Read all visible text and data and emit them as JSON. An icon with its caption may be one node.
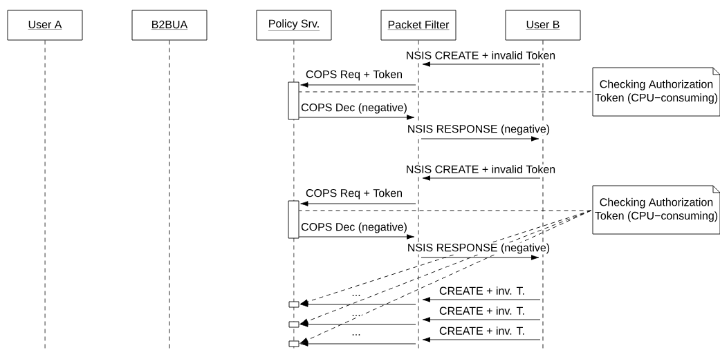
{
  "diagram": {
    "nodes": [
      {
        "text": [
          "User A"
        ]
      },
      {
        "text": [
          "B2BUA"
        ]
      },
      {
        "text": [
          "Policy Srv."
        ]
      },
      {
        "text": [
          "Packet Filter"
        ]
      },
      {
        "text": [
          "User B"
        ]
      },
      {
        "text": [],
        "shape": "line"
      },
      {
        "text": [],
        "shape": "line"
      },
      {
        "text": [],
        "shape": "line"
      },
      {
        "text": [],
        "shape": "line"
      },
      {
        "text": [],
        "shape": "line"
      },
      {
        "text": [],
        "shape": "box"
      },
      {
        "text": [
          "Checking Authorization Token (CPU−consuming)"
        ]
      },
      {
        "text": [],
        "shape": "box"
      },
      {
        "text": [
          "Checking Authorization Token (CPU−consuming)"
        ]
      },
      {
        "text": [],
        "shape": "box"
      },
      {
        "text": [],
        "shape": "box"
      },
      {
        "text": [],
        "shape": "box"
      }
    ],
    "edges": [
      {
        "from": 9,
        "to": 8,
        "arrow": "to",
        "label": "NSIS CREATE + invalid Token"
      },
      {
        "from": 8,
        "to": 10,
        "arrow": "to",
        "label": "COPS Req + Token"
      },
      {
        "from": 11,
        "to": 10,
        "arrow": "none",
        "style": "dashed"
      },
      {
        "from": 10,
        "to": 8,
        "arrow": "to",
        "label": "COPS Dec (negative)"
      },
      {
        "from": 8,
        "to": 9,
        "arrow": "to",
        "label": "NSIS RESPONSE (negative)"
      },
      {
        "from": 9,
        "to": 8,
        "arrow": "to",
        "label": "NSIS CREATE + invalid Token"
      },
      {
        "from": 8,
        "to": 12,
        "arrow": "to",
        "label": "COPS Req + Token"
      },
      {
        "from": 13,
        "to": 12,
        "arrow": "none",
        "style": "dashed"
      },
      {
        "from": 12,
        "to": 8,
        "arrow": "to",
        "label": "COPS Dec (negative)"
      },
      {
        "from": 8,
        "to": 9,
        "arrow": "to",
        "label": "NSIS RESPONSE (negative)"
      },
      {
        "from": 13,
        "to": 14,
        "arrow": "to",
        "style": "dashed"
      },
      {
        "from": 13,
        "to": 15,
        "arrow": "to",
        "style": "dashed"
      },
      {
        "from": 13,
        "to": 16,
        "arrow": "to",
        "style": "dashed"
      },
      {
        "from": 9,
        "to": 8,
        "arrow": "to",
        "label": "CREATE + inv. T."
      },
      {
        "from": 8,
        "to": 14,
        "arrow": "to",
        "label": "..."
      },
      {
        "from": 9,
        "to": 8,
        "arrow": "to",
        "label": "CREATE + inv. T."
      },
      {
        "from": 8,
        "to": 15,
        "arrow": "to",
        "label": "..."
      },
      {
        "from": 9,
        "to": 8,
        "arrow": "to",
        "label": "CREATE + inv. T."
      },
      {
        "from": 8,
        "to": 16,
        "arrow": "to",
        "label": "..."
      }
    ]
  }
}
